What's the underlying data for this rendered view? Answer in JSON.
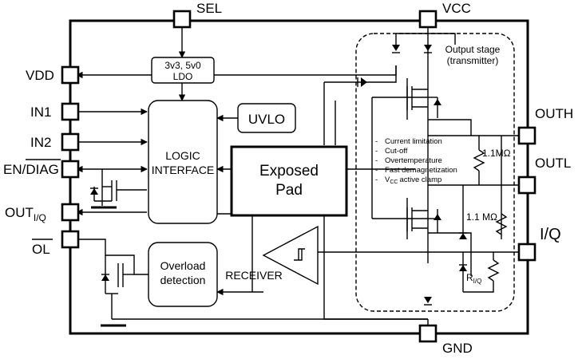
{
  "pins": {
    "sel": "SEL",
    "vcc": "VCC",
    "vdd": "VDD",
    "in1": "IN1",
    "in2": "IN2",
    "en_diag": "EN/DIAG",
    "out_iq_main": "OUT",
    "out_iq_sub": "I/Q",
    "ol": "OL",
    "outh": "OUTH",
    "outl": "OUTL",
    "iq": "I/Q",
    "gnd": "GND"
  },
  "blocks": {
    "ldo_line1": "3v3, 5v0",
    "ldo_line2": "LDO",
    "uvlo": "UVLO",
    "logic_line1": "LOGIC",
    "logic_line2": "INTERFACE",
    "exposed_line1": "Exposed",
    "exposed_line2": "Pad",
    "overload_line1": "Overload",
    "overload_line2": "detection",
    "receiver": "RECEIVER",
    "output_stage_line1": "Output stage",
    "output_stage_line2": "(transmitter)"
  },
  "features": [
    "Current limitation",
    "Cut-off",
    "Overtemperature",
    "Fast demagnetization",
    "V",
    "CC",
    "active clamp"
  ],
  "components": {
    "r_upper": "1.1MΩ",
    "r_lower": "1.1 MΩ",
    "r_iq_main": "R",
    "r_iq_sub": "I/Q"
  },
  "icons": [
    "diode-icon",
    "mosfet-icon",
    "schmitt-trigger-icon",
    "resistor-icon",
    "ground-icon"
  ]
}
